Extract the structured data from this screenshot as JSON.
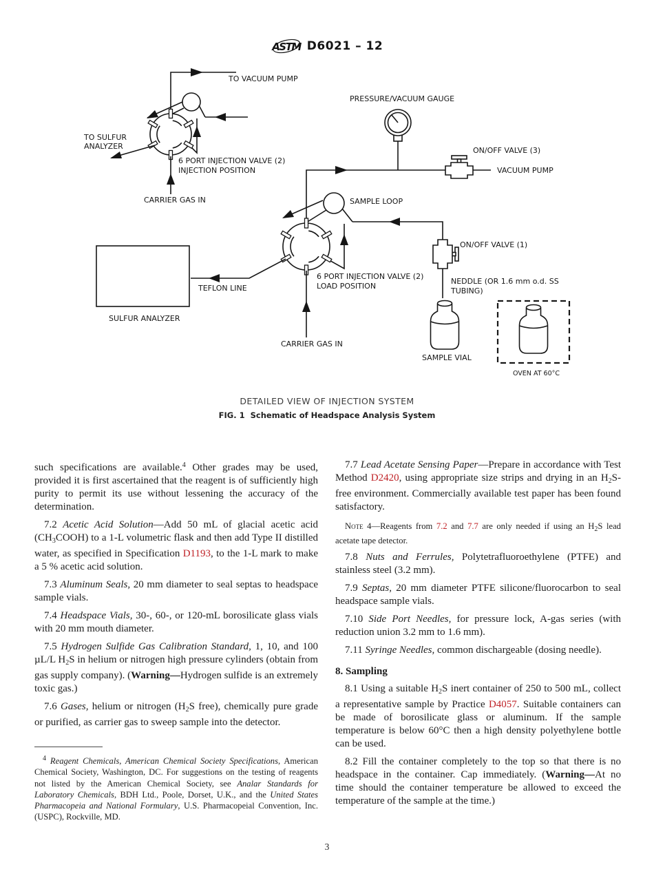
{
  "header": {
    "logo": "ASTM",
    "doc_code": "D6021 – 12"
  },
  "page": {
    "number": "3"
  },
  "figure": {
    "caption_top": "DETAILED VIEW OF INJECTION SYSTEM",
    "caption_bottom": "FIG. 1  Schematic of Headspace Analysis System",
    "labels": {
      "to_vacuum_pump": "TO VACUUM PUMP",
      "pressure_vacuum_gauge": "PRESSURE/VACUUM GAUGE",
      "on_off_valve_3": "ON/OFF VALVE (3)",
      "vacuum_pump": "VACUUM PUMP",
      "to_sulfur_1": "TO SULFUR",
      "to_sulfur_2": "ANALYZER",
      "valve_top_1": "6 PORT INJECTION VALVE (2)",
      "valve_top_2": "INJECTION POSITION",
      "carrier_gas_top": "CARRIER GAS IN",
      "sample_loop": "SAMPLE LOOP",
      "on_off_valve_1": "ON/OFF VALVE (1)",
      "valve_bottom_1": "6 PORT INJECTION VALVE (2)",
      "valve_bottom_2": "LOAD POSITION",
      "teflon_line": "TEFLON LINE",
      "sulfur_analyzer": "SULFUR ANALYZER",
      "carrier_gas_bottom": "CARRIER GAS IN",
      "needle_1": "NEDDLE (OR 1.6 mm o.d. SS",
      "needle_2": "TUBING)",
      "sample_vial": "SAMPLE VIAL",
      "oven": "OVEN AT 60°C"
    }
  },
  "content": {
    "left_column": [
      {
        "type": "para",
        "indent": false,
        "segments": [
          {
            "t": "such specifications are available."
          },
          {
            "t": "4",
            "s": "sup"
          },
          {
            "t": " Other grades may be used, provided it is first ascertained that the reagent is of sufficiently high purity to permit its use without lessening the accuracy of the determination."
          }
        ]
      },
      {
        "type": "para",
        "segments": [
          {
            "t": "7.2 "
          },
          {
            "t": "Acetic Acid Solution",
            "s": "i"
          },
          {
            "t": "—Add 50 mL of glacial acetic acid (CH"
          },
          {
            "t": "3",
            "s": "sub"
          },
          {
            "t": "COOH) to a 1-L volumetric flask and then add Type II distilled water, as specified in Specification "
          },
          {
            "t": "D1193",
            "s": "link"
          },
          {
            "t": ", to the 1-L mark to make a 5 % acetic acid solution."
          }
        ]
      },
      {
        "type": "para",
        "segments": [
          {
            "t": "7.3 "
          },
          {
            "t": "Aluminum Seals,",
            "s": "i"
          },
          {
            "t": " 20 mm diameter to seal septas to headspace sample vials."
          }
        ]
      },
      {
        "type": "para",
        "segments": [
          {
            "t": "7.4 "
          },
          {
            "t": "Headspace Vials,",
            "s": "i"
          },
          {
            "t": " 30-, 60-, or 120-mL borosilicate glass vials with 20 mm mouth diameter."
          }
        ]
      },
      {
        "type": "para",
        "segments": [
          {
            "t": "7.5 "
          },
          {
            "t": "Hydrogen Sulfide Gas Calibration Standard,",
            "s": "i"
          },
          {
            "t": " 1, 10, and 100 µL/L H"
          },
          {
            "t": "2",
            "s": "sub"
          },
          {
            "t": "S in helium or nitrogen high pressure cylinders (obtain from gas supply company). ("
          },
          {
            "t": "Warning—",
            "s": "b"
          },
          {
            "t": "Hydrogen sulfide is an extremely toxic gas.)"
          }
        ]
      },
      {
        "type": "para",
        "segments": [
          {
            "t": "7.6 "
          },
          {
            "t": "Gases,",
            "s": "i"
          },
          {
            "t": " helium or nitrogen (H"
          },
          {
            "t": "2",
            "s": "sub"
          },
          {
            "t": "S free), chemically pure grade or purified, as carrier gas to sweep sample into the detector."
          }
        ]
      }
    ],
    "right_column": [
      {
        "type": "para",
        "segments": [
          {
            "t": "7.7 "
          },
          {
            "t": "Lead Acetate Sensing Paper",
            "s": "i"
          },
          {
            "t": "—Prepare in accordance with Test Method "
          },
          {
            "t": "D2420",
            "s": "link"
          },
          {
            "t": ", using appropriate size strips and drying in an H"
          },
          {
            "t": "2",
            "s": "sub"
          },
          {
            "t": "S-free environment. Commercially available test paper has been found satisfactory."
          }
        ]
      },
      {
        "type": "note",
        "segments": [
          {
            "t": "Note 4",
            "s": "sc"
          },
          {
            "t": "—Reagents from "
          },
          {
            "t": "7.2",
            "s": "link"
          },
          {
            "t": " and "
          },
          {
            "t": "7.7",
            "s": "link"
          },
          {
            "t": " are only needed if using an H"
          },
          {
            "t": "2",
            "s": "sub"
          },
          {
            "t": "S lead acetate tape detector."
          }
        ]
      },
      {
        "type": "para",
        "segments": [
          {
            "t": "7.8 "
          },
          {
            "t": "Nuts and Ferrules,",
            "s": "i"
          },
          {
            "t": " Polytetrafluoroethylene (PTFE) and stainless steel (3.2 mm)."
          }
        ]
      },
      {
        "type": "para",
        "segments": [
          {
            "t": "7.9 "
          },
          {
            "t": "Septas,",
            "s": "i"
          },
          {
            "t": " 20 mm diameter PTFE silicone/fluorocarbon to seal headspace sample vials."
          }
        ]
      },
      {
        "type": "para",
        "segments": [
          {
            "t": "7.10 "
          },
          {
            "t": "Side Port Needles,",
            "s": "i"
          },
          {
            "t": " for pressure lock, A-gas series (with reduction union 3.2 mm to 1.6 mm)."
          }
        ]
      },
      {
        "type": "para",
        "segments": [
          {
            "t": "7.11 "
          },
          {
            "t": "Syringe Needles,",
            "s": "i"
          },
          {
            "t": " common dischargeable (dosing needle)."
          }
        ]
      },
      {
        "type": "heading",
        "segments": [
          {
            "t": "8. Sampling"
          }
        ]
      },
      {
        "type": "para",
        "segments": [
          {
            "t": "8.1 Using a suitable H"
          },
          {
            "t": "2",
            "s": "sub"
          },
          {
            "t": "S inert container of 250 to 500 mL, collect a representative sample by Practice "
          },
          {
            "t": "D4057",
            "s": "link"
          },
          {
            "t": ". Suitable containers can be made of borosilicate glass or aluminum. If the sample temperature is below 60°C then a high density polyethylene bottle can be used."
          }
        ]
      },
      {
        "type": "para",
        "segments": [
          {
            "t": "8.2 Fill the container completely to the top so that there is no headspace in the container. Cap immediately. ("
          },
          {
            "t": "Warning—",
            "s": "b"
          },
          {
            "t": "At no time should the container temperature be allowed to exceed the temperature of the sample at the time.)"
          }
        ]
      }
    ],
    "footnote": {
      "segments": [
        {
          "t": "4",
          "s": "sup"
        },
        {
          "t": " "
        },
        {
          "t": "Reagent Chemicals, American Chemical Society Specifications",
          "s": "i"
        },
        {
          "t": ", American Chemical Society, Washington, DC. For suggestions on the testing of reagents not listed by the American Chemical Society, see "
        },
        {
          "t": "Analar Standards for Laboratory Chemicals",
          "s": "i"
        },
        {
          "t": ", BDH Ltd., Poole, Dorset, U.K., and the "
        },
        {
          "t": "United States Pharmacopeia and National Formulary",
          "s": "i"
        },
        {
          "t": ", U.S. Pharmacopeial Convention, Inc. (USPC), Rockville, MD."
        }
      ]
    }
  },
  "colors": {
    "link_red": "#bf2126",
    "text": "#1e1e1e",
    "line": "#161616"
  }
}
